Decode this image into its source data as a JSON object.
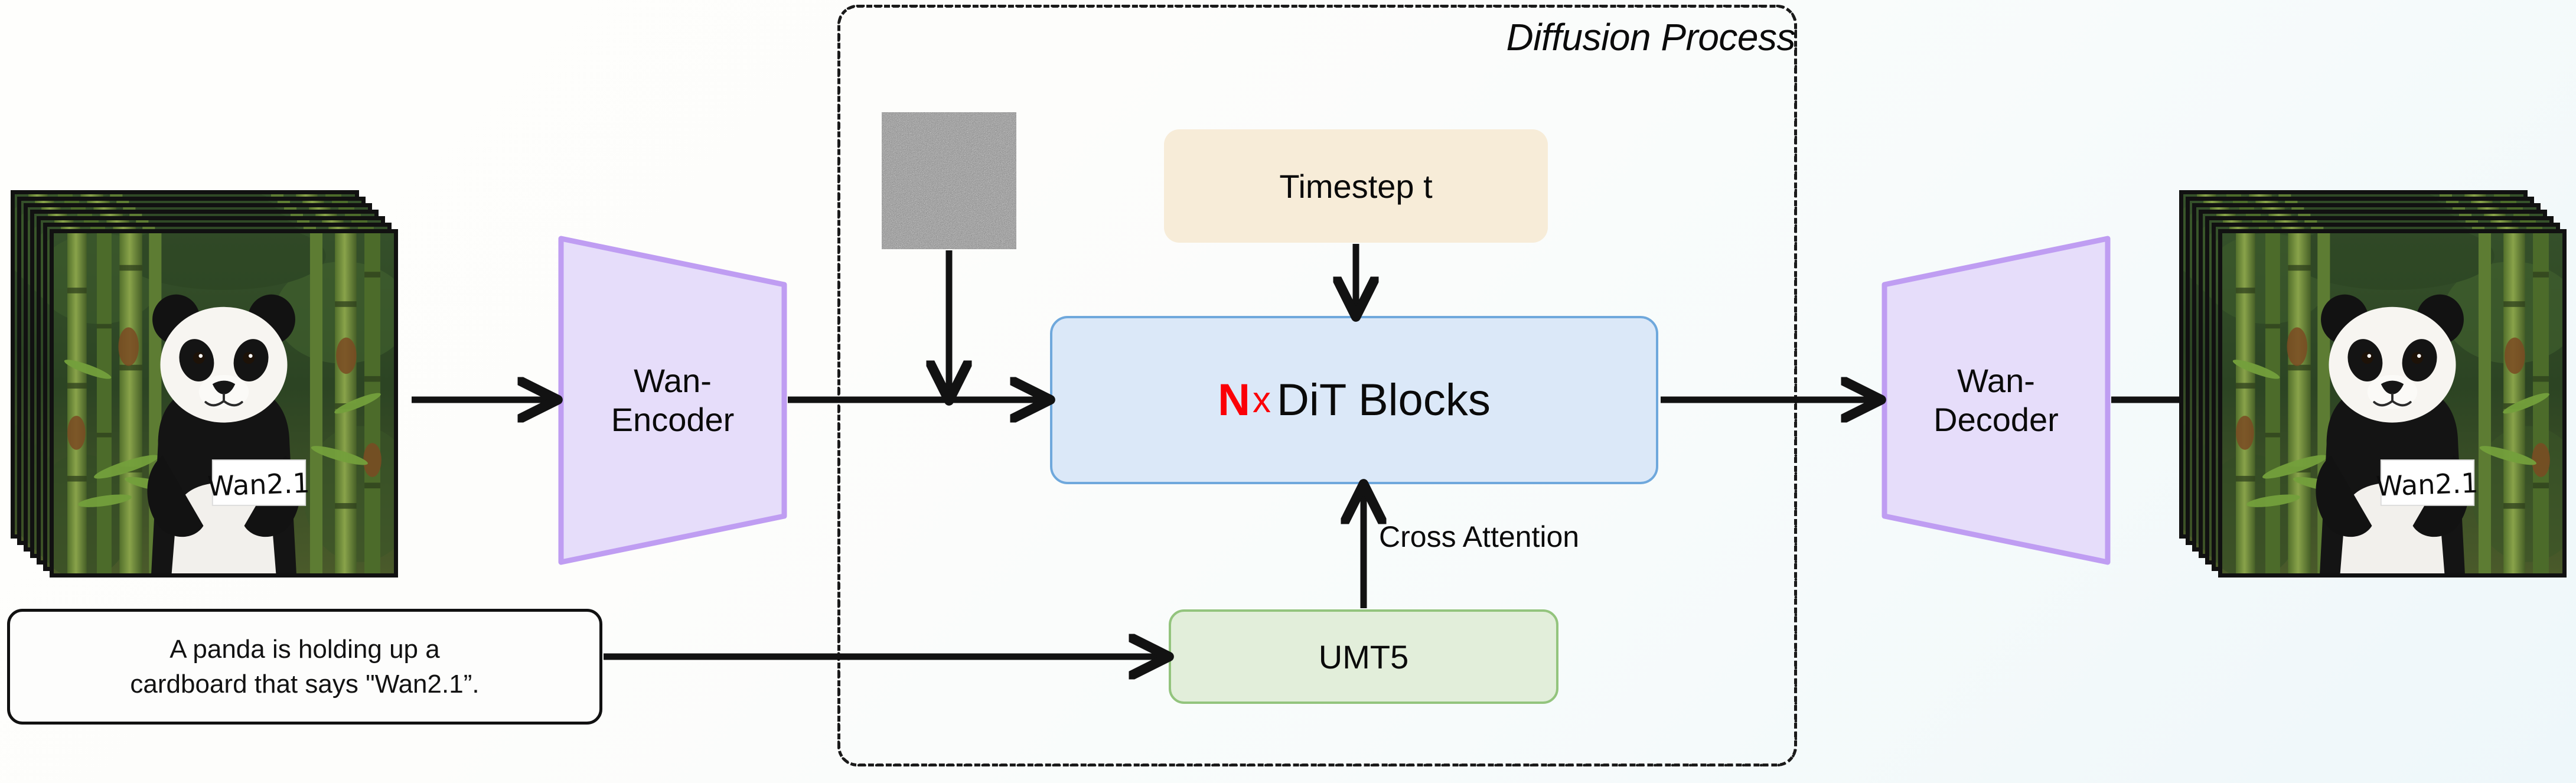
{
  "diagram": {
    "title": "Diffusion Process",
    "background_start": "#fefefc",
    "background_end": "#eef7fa"
  },
  "input_frames": {
    "name": "input-video-frames",
    "frame_count": 7,
    "caption_on_sign": "Wan2.1"
  },
  "output_frames": {
    "name": "output-video-frames",
    "frame_count": 7,
    "caption_on_sign": "Wan2.1"
  },
  "encoder": {
    "label": "Wan-\nEncoder",
    "fill": "#e6ddfa",
    "stroke": "#bf9df2"
  },
  "decoder": {
    "label": "Wan-\nDecoder",
    "fill": "#e6ddfa",
    "stroke": "#bf9df2"
  },
  "timestep": {
    "label": "Timestep t",
    "fill": "#f7ecd8"
  },
  "dit": {
    "n_label": "N",
    "x_label": "x",
    "label": "DiT Blocks",
    "fill": "#dbe8f8",
    "stroke": "#6fa8dc",
    "n_color": "#fb0007"
  },
  "umt5": {
    "label": "UMT5",
    "fill": "#e2eeda",
    "stroke": "#93c47d"
  },
  "prompt": {
    "label": "A panda is holding up a\ncardboard that says \"Wan2.1”."
  },
  "noise": {
    "label": "noise-latent-patch"
  },
  "edges": {
    "cross_attention": "Cross Attention"
  }
}
